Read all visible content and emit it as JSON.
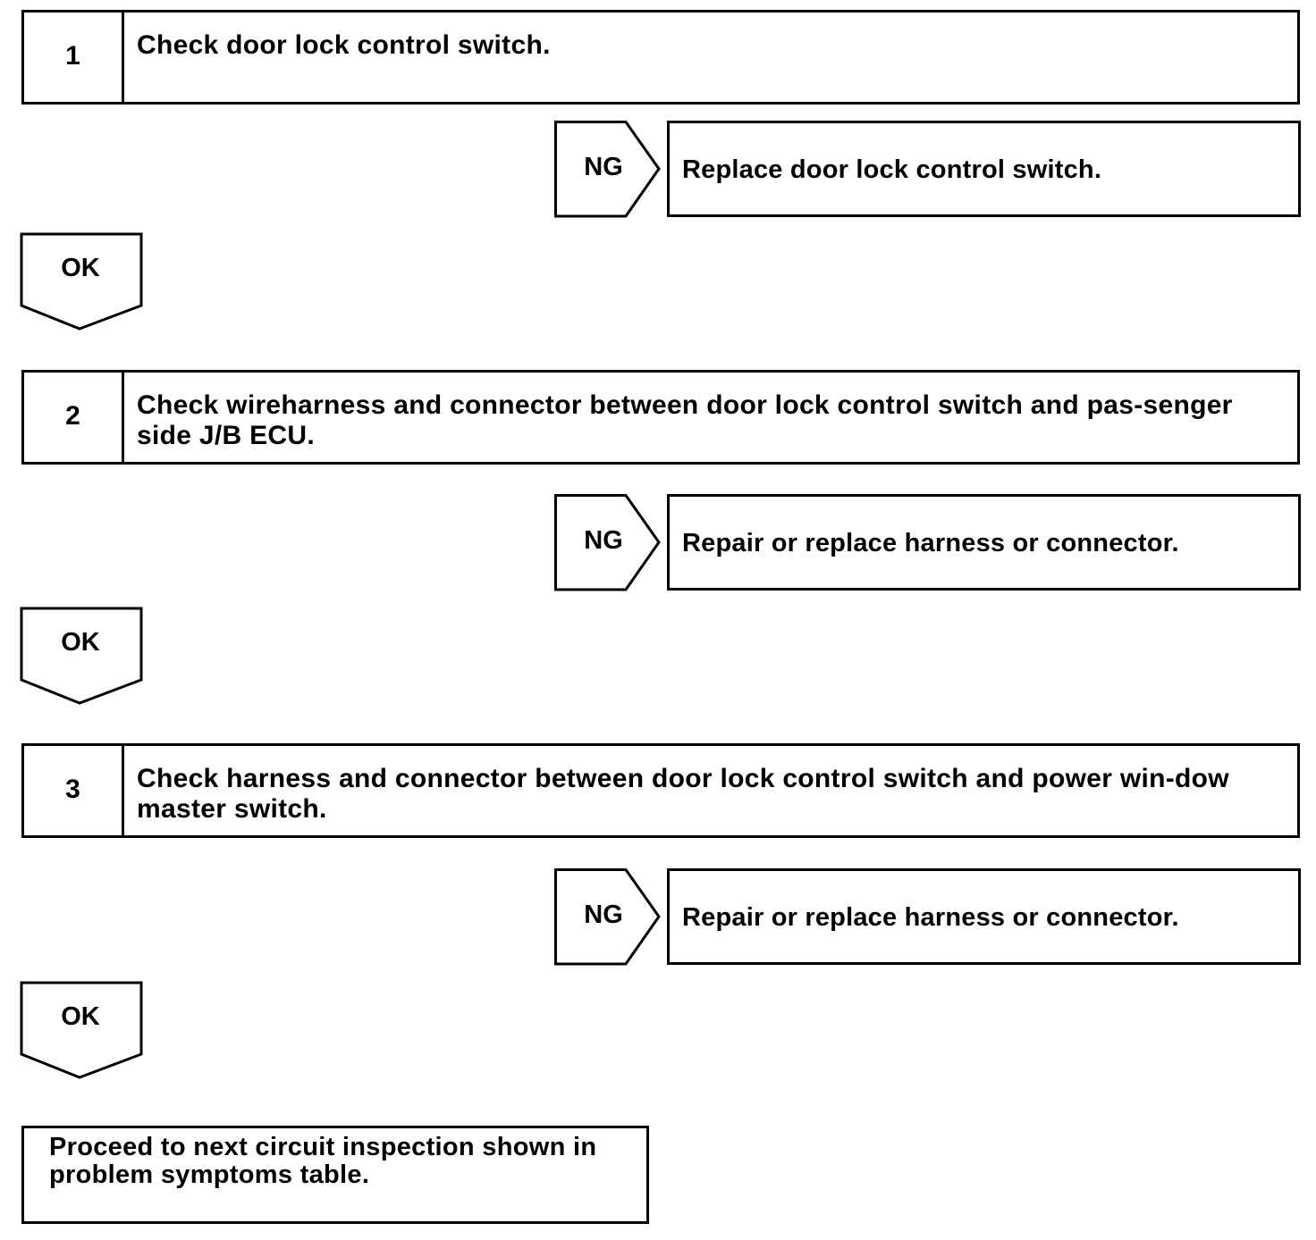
{
  "steps": [
    {
      "number": "1",
      "text": "Check door lock control switch.",
      "ng_label": "NG",
      "ng_result": "Replace door lock control switch.",
      "ok_label": "OK"
    },
    {
      "number": "2",
      "text": "Check wireharness and connector between door lock control switch and pas-senger side J/B ECU.",
      "ng_label": "NG",
      "ng_result": "Repair or replace harness or connector.",
      "ok_label": "OK"
    },
    {
      "number": "3",
      "text": "Check harness and connector between door lock control switch and power win-dow master switch.",
      "ng_label": "NG",
      "ng_result": "Repair or replace harness or connector.",
      "ok_label": "OK"
    }
  ],
  "final": {
    "text": "Proceed to next circuit inspection shown in problem symptoms table."
  }
}
